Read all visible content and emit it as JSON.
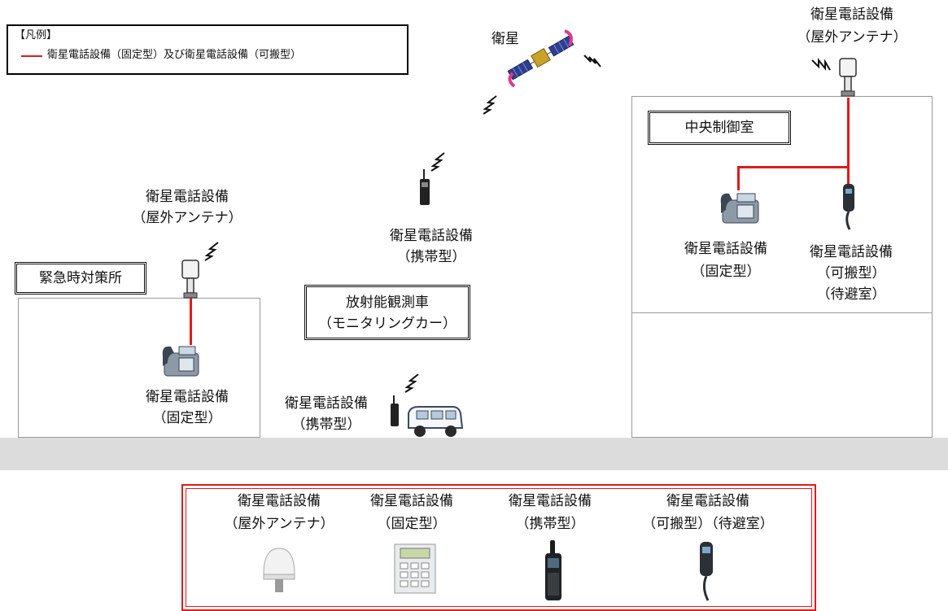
{
  "legend": {
    "title": "【凡例】",
    "item": "衛星電話設備（固定型）及び衛星電話設備（可搬型）",
    "line_color": "#e11a1a"
  },
  "satellite": {
    "label": "衛星"
  },
  "emergency_center": {
    "name": "緊急時対策所",
    "antenna_label_1": "衛星電話設備",
    "antenna_label_2": "（屋外アンテナ）",
    "phone_label_1": "衛星電話設備",
    "phone_label_2": "（固定型）"
  },
  "portable_middle": {
    "label_1": "衛星電話設備",
    "label_2": "（携帯型）"
  },
  "monitoring_car": {
    "box_line_1": "放射能観測車",
    "box_line_2": "（モニタリングカー）",
    "phone_label_1": "衛星電話設備",
    "phone_label_2": "（携帯型）"
  },
  "control_room": {
    "name": "中央制御室",
    "antenna_label_1": "衛星電話設備",
    "antenna_label_2": "（屋外アンテナ）",
    "fixed_label_1": "衛星電話設備",
    "fixed_label_2": "（固定型）",
    "portable_label_1": "衛星電話設備",
    "portable_label_2": "（可搬型）",
    "portable_label_3": "（待避室）"
  },
  "photos": [
    {
      "line_1": "衛星電話設備",
      "line_2": "（屋外アンテナ）",
      "icon": "antenna-dome-icon"
    },
    {
      "line_1": "衛星電話設備",
      "line_2": "（固定型）",
      "icon": "fixed-phone-icon"
    },
    {
      "line_1": "衛星電話設備",
      "line_2": "（携帯型）",
      "icon": "handheld-phone-icon"
    },
    {
      "line_1": "衛星電話設備",
      "line_2": "（可搬型）（待避室）",
      "icon": "portable-handset-icon"
    }
  ]
}
